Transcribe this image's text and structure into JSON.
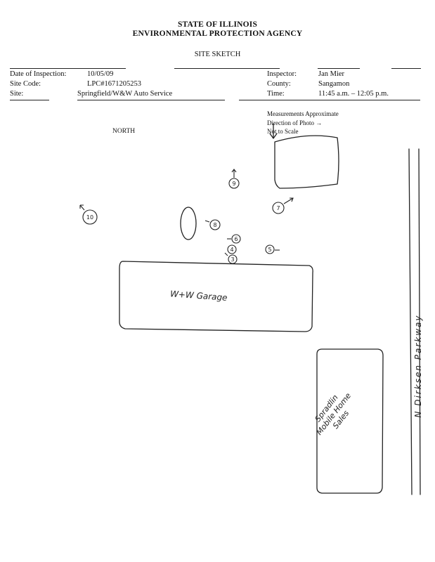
{
  "header": {
    "state": "STATE OF ILLINOIS",
    "agency": "ENVIRONMENTAL PROTECTION AGENCY",
    "form_title": "SITE SKETCH"
  },
  "fields": {
    "date_label": "Date of Inspection:",
    "date_value": "10/05/09",
    "site_code_label": "Site Code:",
    "site_code_value": "LPC#1671205253",
    "site_label": "Site:",
    "site_value": "Springfield/W&W Auto Service",
    "inspector_label": "Inspector:",
    "inspector_value": "Jan Mier",
    "county_label": "County:",
    "county_value": "Sangamon",
    "time_label": "Time:",
    "time_value": "11:45 a.m. – 12:05 p.m."
  },
  "notes": {
    "measurements": "Measurements Approximate",
    "direction": "Direction of Photo →",
    "scale": "Not to Scale",
    "north": "NORTH"
  },
  "sketch": {
    "garage_label": "W+W Garage",
    "mobile_home_lines": [
      "Spradlin",
      "Mobile Home",
      "Sales"
    ],
    "road_label": "N Dirksen Parkway",
    "photo_markers": [
      "10",
      "9",
      "7",
      "8",
      "6",
      "5",
      "4",
      "3"
    ]
  }
}
